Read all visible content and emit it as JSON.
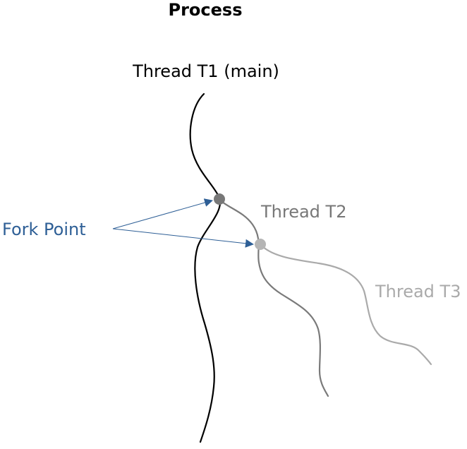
{
  "title": "Process",
  "threads": {
    "t1": {
      "label": "Thread T1 (main)",
      "color": "#000000"
    },
    "t2": {
      "label": "Thread T2",
      "color": "#777777"
    },
    "t3": {
      "label": "Thread T3",
      "color": "#aaaaaa"
    }
  },
  "fork": {
    "label": "Fork Point",
    "color": "#2e5f96",
    "t2_point_color": "#777777",
    "t3_point_color": "#b5b5b5"
  }
}
